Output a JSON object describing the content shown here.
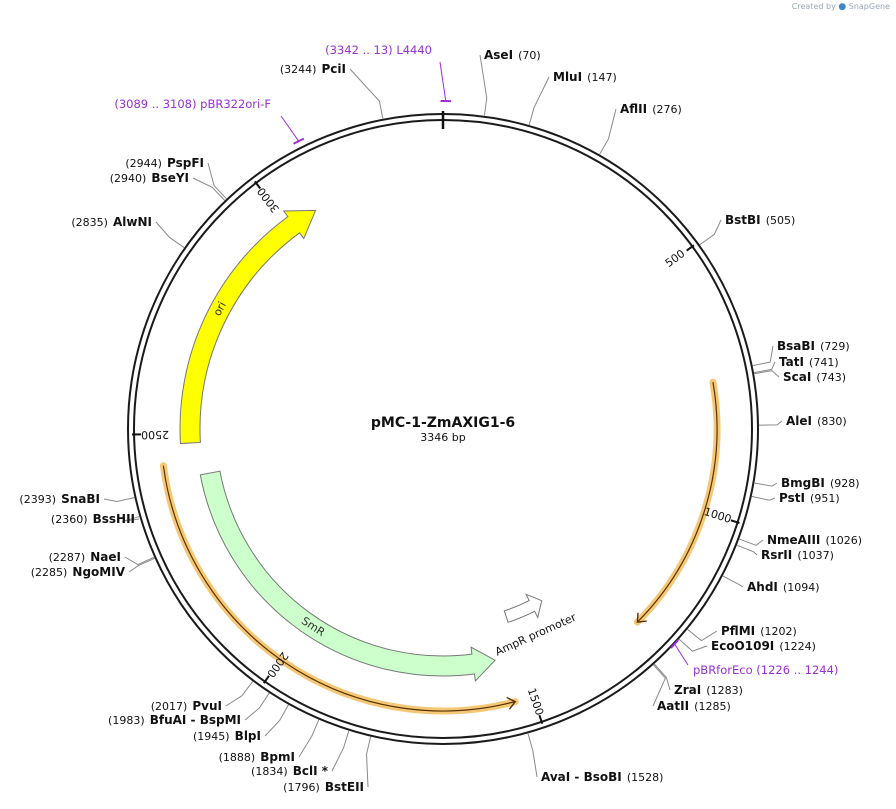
{
  "plasmid": {
    "name": "pMC-1-ZmAXIG1-6",
    "length_label": "3346 bp",
    "length": 3346
  },
  "watermark": {
    "created_by": "Created by",
    "brand": "SnapGene"
  },
  "colors": {
    "backbone": "#1a1a1a",
    "ori": "#ffff00",
    "smr": "#ccffcc",
    "ampr_promoter": "#ffffff",
    "primer": "#9a2fd6",
    "orf_highlight": "#f5c878",
    "orf_line": "#5a3200"
  },
  "ticks": [
    {
      "label": "500",
      "position": 500
    },
    {
      "label": "1000",
      "position": 1000
    },
    {
      "label": "1500",
      "position": 1500
    },
    {
      "label": "2000",
      "position": 2000
    },
    {
      "label": "2500",
      "position": 2500
    },
    {
      "label": "3000",
      "position": 3000
    }
  ],
  "sites": [
    {
      "name": "AseI",
      "pos": "(70)",
      "bp": 70
    },
    {
      "name": "MluI",
      "pos": "(147)",
      "bp": 147
    },
    {
      "name": "AflII",
      "pos": "(276)",
      "bp": 276
    },
    {
      "name": "BstBI",
      "pos": "(505)",
      "bp": 505
    },
    {
      "name": "BsaBI",
      "pos": "(729)",
      "bp": 729
    },
    {
      "name": "TatI",
      "pos": "(741)",
      "bp": 741
    },
    {
      "name": "ScaI",
      "pos": "(743)",
      "bp": 743
    },
    {
      "name": "AleI",
      "pos": "(830)",
      "bp": 830
    },
    {
      "name": "BmgBI",
      "pos": "(928)",
      "bp": 928
    },
    {
      "name": "PstI",
      "pos": "(951)",
      "bp": 951
    },
    {
      "name": "NmeAIII",
      "pos": "(1026)",
      "bp": 1026
    },
    {
      "name": "RsrII",
      "pos": "(1037)",
      "bp": 1037
    },
    {
      "name": "AhdI",
      "pos": "(1094)",
      "bp": 1094
    },
    {
      "name": "PflMI",
      "pos": "(1202)",
      "bp": 1202
    },
    {
      "name": "EcoO109I",
      "pos": "(1224)",
      "bp": 1224
    },
    {
      "name": "ZraI",
      "pos": "(1283)",
      "bp": 1283
    },
    {
      "name": "AatII",
      "pos": "(1285)",
      "bp": 1285
    },
    {
      "name": "AvaI  - BsoBI",
      "pos": "(1528)",
      "bp": 1528
    },
    {
      "name": "BstEII",
      "pos": "(1796)",
      "bp": 1796
    },
    {
      "name": "BclI *",
      "pos": "(1834)",
      "bp": 1834
    },
    {
      "name": "BpmI",
      "pos": "(1888)",
      "bp": 1888
    },
    {
      "name": "BlpI",
      "pos": "(1945)",
      "bp": 1945
    },
    {
      "name": "BfuAI  - BspMI",
      "pos": "(1983)",
      "bp": 1983
    },
    {
      "name": "PvuI",
      "pos": "(2017)",
      "bp": 2017
    },
    {
      "name": "NgoMIV",
      "pos": "(2285)",
      "bp": 2285
    },
    {
      "name": "NaeI",
      "pos": "(2287)",
      "bp": 2287
    },
    {
      "name": "BssHII",
      "pos": "(2360)",
      "bp": 2360
    },
    {
      "name": "SnaBI",
      "pos": "(2393)",
      "bp": 2393
    },
    {
      "name": "AlwNI",
      "pos": "(2835)",
      "bp": 2835
    },
    {
      "name": "BseYI",
      "pos": "(2940)",
      "bp": 2940
    },
    {
      "name": "PspFI",
      "pos": "(2944)",
      "bp": 2944
    },
    {
      "name": "PciI",
      "pos": "(3244)",
      "bp": 3244
    }
  ],
  "primers": [
    {
      "name": "L4440",
      "range": "(3342 .. 13)",
      "start": 3342,
      "end": 13
    },
    {
      "name": "pBR322ori-F",
      "range": "(3089 .. 3108)",
      "start": 3089,
      "end": 3108
    },
    {
      "name": "pBRforEco",
      "range": "(1226 .. 1244)",
      "start": 1226,
      "end": 1244
    }
  ],
  "features": [
    {
      "name": "ori",
      "start": 2480,
      "end": 3065,
      "direction": "forward",
      "color": "#ffff00"
    },
    {
      "name": "SmR",
      "start": 1555,
      "end": 2410,
      "direction": "reverse",
      "color": "#ccffcc"
    },
    {
      "name": "AmpR promoter",
      "start": 1395,
      "end": 1500,
      "direction": "reverse",
      "color": "#ffffff"
    }
  ],
  "orf_highlights": [
    {
      "start": 745,
      "end": 1253,
      "direction": "forward"
    },
    {
      "start": 1535,
      "end": 2440,
      "direction": "reverse"
    }
  ]
}
